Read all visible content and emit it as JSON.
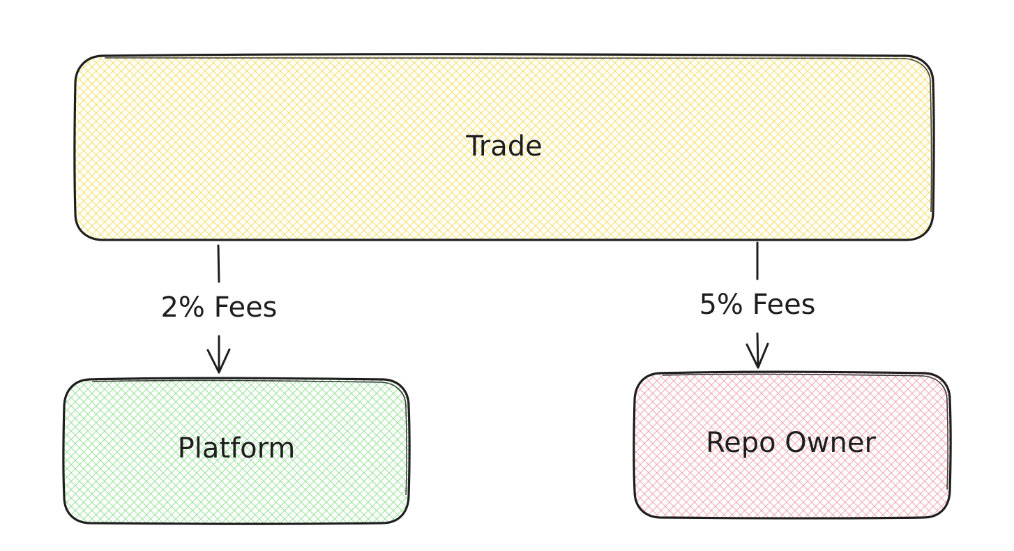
{
  "nodes": {
    "trade": {
      "label": "Trade",
      "color": "#f5d94a"
    },
    "platform": {
      "label": "Platform",
      "color": "#8ee08e"
    },
    "repo_owner": {
      "label": "Repo Owner",
      "color": "#f0a0a8"
    }
  },
  "edges": {
    "platform_fee": {
      "label": "2% Fees"
    },
    "owner_fee": {
      "label": "5% Fees"
    }
  }
}
